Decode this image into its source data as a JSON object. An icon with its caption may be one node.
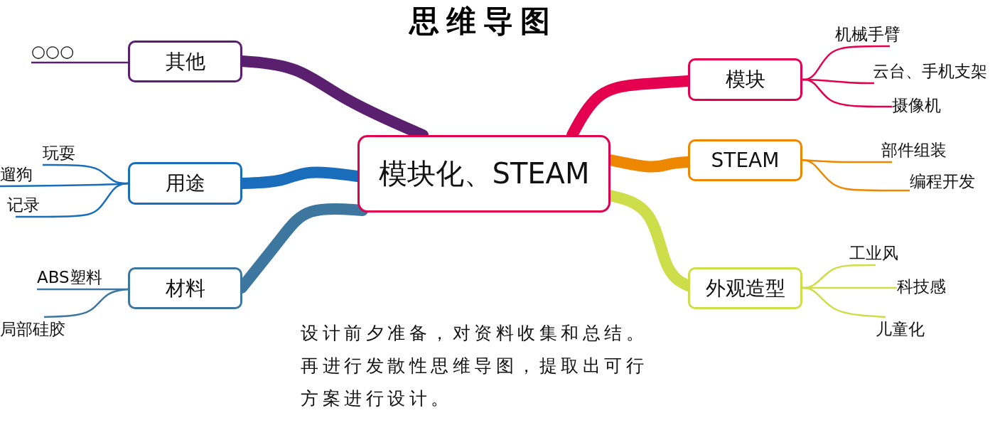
{
  "diagram": {
    "title": "思维导图",
    "nodes": [
      {
        "text": [
          "模块化、STEAM"
        ]
      },
      {
        "text": [
          "其他"
        ]
      },
      {
        "text": [
          "用途"
        ]
      },
      {
        "text": [
          "材料"
        ]
      },
      {
        "text": [
          "模块"
        ]
      },
      {
        "text": [
          "STEAM"
        ]
      },
      {
        "text": [
          "外观造型"
        ]
      },
      {
        "text": [
          "○○○"
        ]
      },
      {
        "text": [
          "玩耍"
        ]
      },
      {
        "text": [
          "遛狗"
        ]
      },
      {
        "text": [
          "记录"
        ]
      },
      {
        "text": [
          "ABS塑料"
        ]
      },
      {
        "text": [
          "局部硅胶"
        ]
      },
      {
        "text": [
          "机械手臂"
        ]
      },
      {
        "text": [
          "云台、手机支架"
        ]
      },
      {
        "text": [
          "摄像机"
        ]
      },
      {
        "text": [
          "部件组装"
        ]
      },
      {
        "text": [
          "编程开发"
        ]
      },
      {
        "text": [
          "工业风"
        ]
      },
      {
        "text": [
          "科技感"
        ]
      },
      {
        "text": [
          "儿童化"
        ]
      }
    ],
    "edges": [
      {
        "from": 0,
        "to": 1,
        "arrow": "none",
        "style": "thick",
        "color": "#5a1f6e"
      },
      {
        "from": 0,
        "to": 2,
        "arrow": "none",
        "style": "thick",
        "color": "#1a6dbb"
      },
      {
        "from": 0,
        "to": 3,
        "arrow": "none",
        "style": "thick",
        "color": "#3d77a0"
      },
      {
        "from": 0,
        "to": 4,
        "arrow": "none",
        "style": "thick",
        "color": "#e4004f"
      },
      {
        "from": 0,
        "to": 5,
        "arrow": "none",
        "style": "thick",
        "color": "#ee8700"
      },
      {
        "from": 0,
        "to": 6,
        "arrow": "none",
        "style": "thick",
        "color": "#cede4b"
      },
      {
        "from": 1,
        "to": 7,
        "arrow": "none",
        "color": "#5a1f6e"
      },
      {
        "from": 2,
        "to": 8,
        "arrow": "none",
        "color": "#1a6dbb"
      },
      {
        "from": 2,
        "to": 9,
        "arrow": "none",
        "color": "#1a6dbb"
      },
      {
        "from": 2,
        "to": 10,
        "arrow": "none",
        "color": "#1a6dbb"
      },
      {
        "from": 3,
        "to": 11,
        "arrow": "none",
        "color": "#3d77a0"
      },
      {
        "from": 3,
        "to": 12,
        "arrow": "none",
        "color": "#3d77a0"
      },
      {
        "from": 4,
        "to": 13,
        "arrow": "none",
        "color": "#e4004f"
      },
      {
        "from": 4,
        "to": 14,
        "arrow": "none",
        "color": "#e4004f"
      },
      {
        "from": 4,
        "to": 15,
        "arrow": "none",
        "color": "#e4004f"
      },
      {
        "from": 5,
        "to": 16,
        "arrow": "none",
        "color": "#ee8700"
      },
      {
        "from": 5,
        "to": 17,
        "arrow": "none",
        "color": "#ee8700"
      },
      {
        "from": 6,
        "to": 18,
        "arrow": "none",
        "color": "#cede4b"
      },
      {
        "from": 6,
        "to": 19,
        "arrow": "none",
        "color": "#cede4b"
      },
      {
        "from": 6,
        "to": 20,
        "arrow": "none",
        "color": "#cede4b"
      }
    ],
    "labels": [
      "设计前夕准备，对资料收集和总结。再进行发散性思维导图，提取出可行方案进行设计。"
    ]
  }
}
